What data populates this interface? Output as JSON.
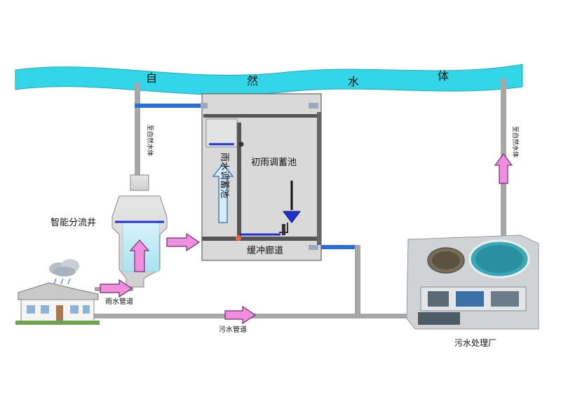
{
  "river": {
    "chars": [
      "自",
      "然",
      "水",
      "体"
    ],
    "color": "#33d6e8"
  },
  "labels": {
    "to_natural_left": "至自然水体",
    "to_natural_right": "至自然水体",
    "smart_diverter_well": "智能分流井",
    "rain_storage_tank": "雨水调蓄池",
    "initial_rain_tank": "初雨调蓄池",
    "buffer_corridor": "缓冲廊道",
    "rain_pipe": "雨水管道",
    "sewage_pipe": "污水管道",
    "sewage_plant": "污水处理厂"
  },
  "colors": {
    "arrow_fill": "#f08ee0",
    "arrow_stroke": "#7a2a70",
    "pipe": "#a7a7a7",
    "water": "#1f2fd0",
    "tank": "#d9d9d9"
  }
}
